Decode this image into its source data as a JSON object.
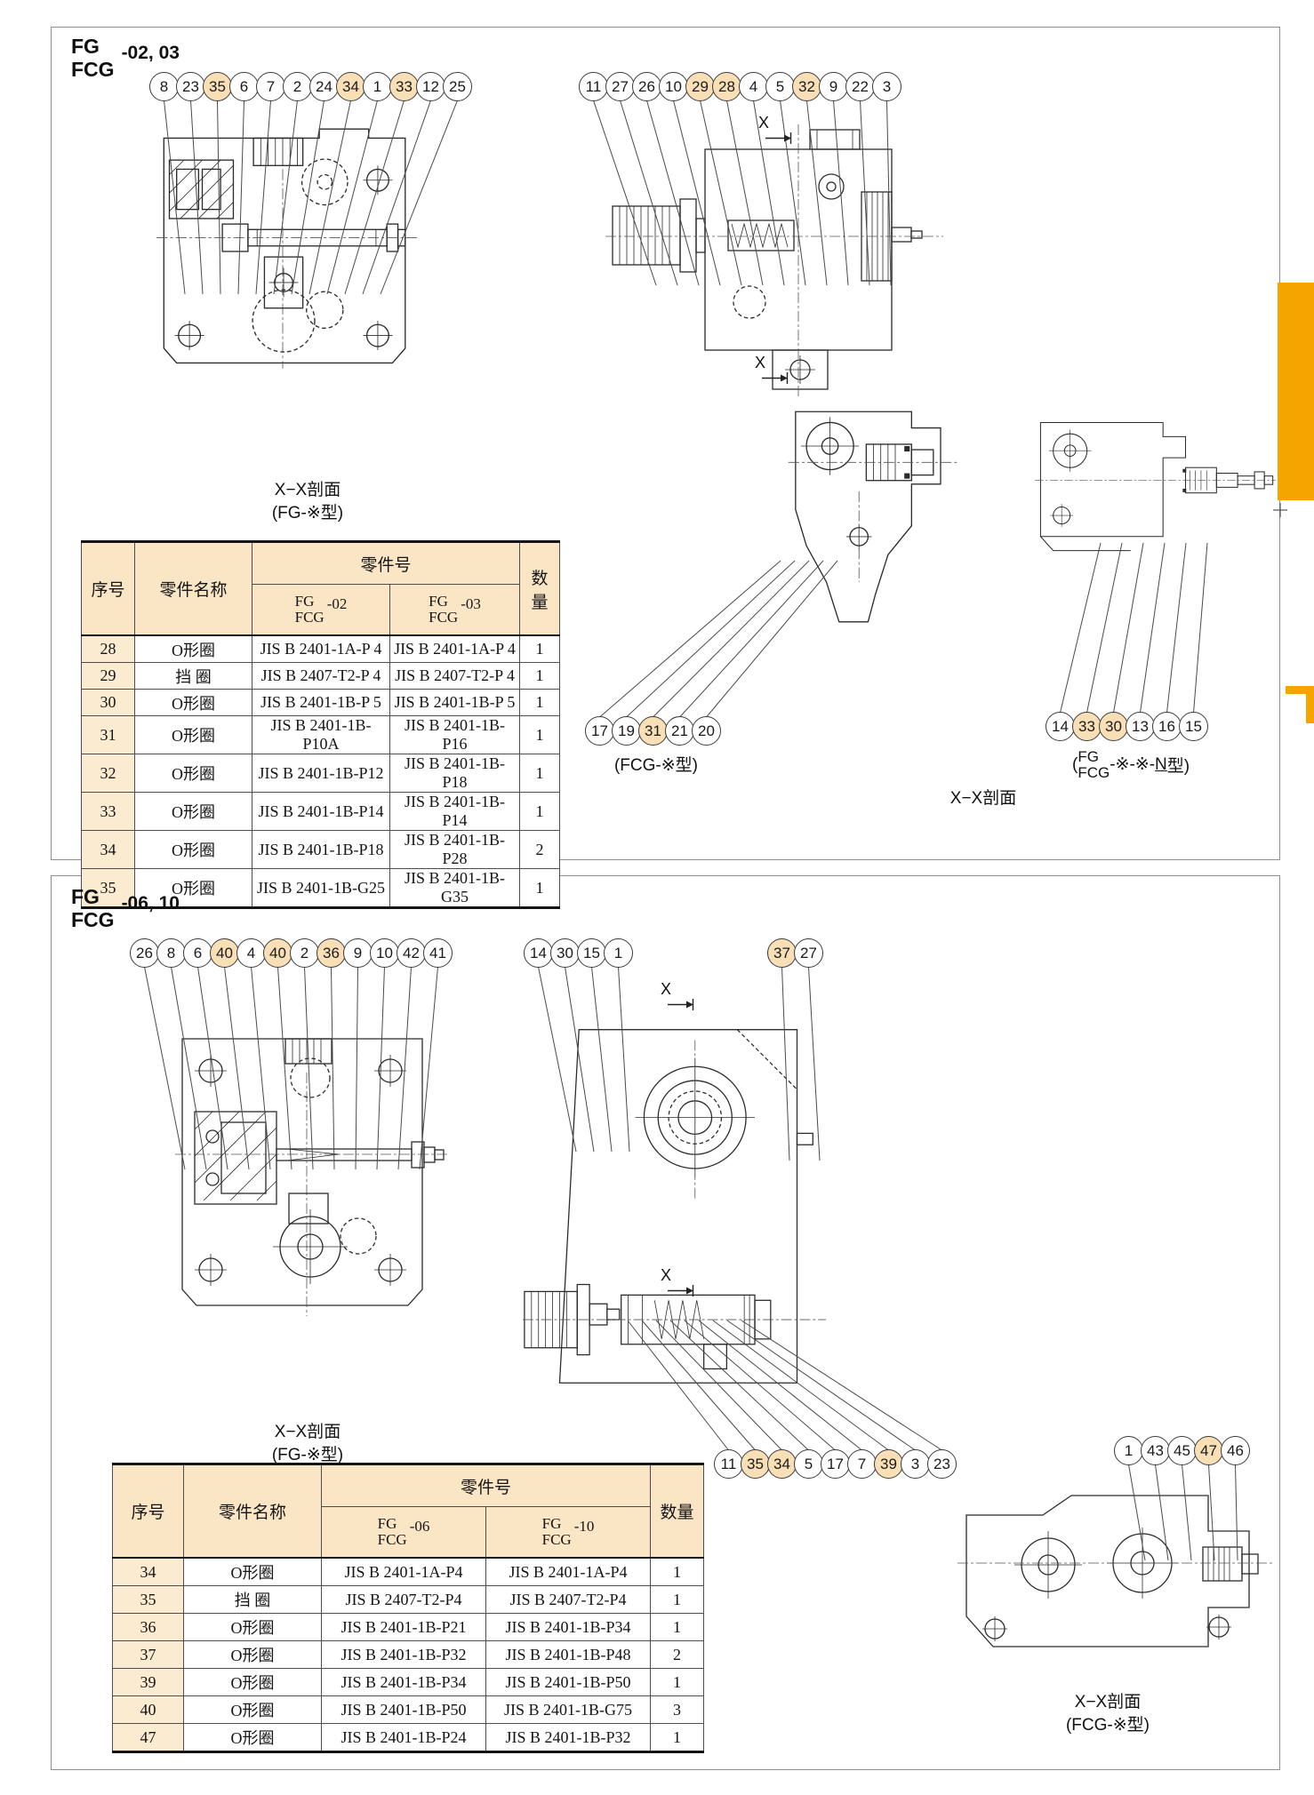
{
  "page": {
    "side_tab_color": "#F5A400",
    "colors": {
      "balloon_highlight": "#F9DFB6",
      "table_header_bg": "#FAE6C5",
      "row_number_bg": "#FBEBD1"
    }
  },
  "sections": [
    {
      "title": {
        "top": "FG",
        "bottom": "FCG",
        "suffix": "-02, 03"
      },
      "x_label": "X",
      "balloons_left": [
        {
          "n": "8"
        },
        {
          "n": "23"
        },
        {
          "n": "35",
          "hl": true
        },
        {
          "n": "6"
        },
        {
          "n": "7"
        },
        {
          "n": "2"
        },
        {
          "n": "24"
        },
        {
          "n": "34",
          "hl": true
        },
        {
          "n": "1"
        },
        {
          "n": "33",
          "hl": true
        },
        {
          "n": "12"
        },
        {
          "n": "25"
        }
      ],
      "balloons_right": [
        {
          "n": "11"
        },
        {
          "n": "27"
        },
        {
          "n": "26"
        },
        {
          "n": "10"
        },
        {
          "n": "29",
          "hl": true
        },
        {
          "n": "28",
          "hl": true
        },
        {
          "n": "4"
        },
        {
          "n": "5"
        },
        {
          "n": "32",
          "hl": true
        },
        {
          "n": "9"
        },
        {
          "n": "22"
        },
        {
          "n": "3"
        }
      ],
      "balloons_mid_left": [
        {
          "n": "17"
        },
        {
          "n": "19"
        },
        {
          "n": "31",
          "hl": true
        },
        {
          "n": "21"
        },
        {
          "n": "20"
        }
      ],
      "balloons_mid_right": [
        {
          "n": "14"
        },
        {
          "n": "33",
          "hl": true
        },
        {
          "n": "30",
          "hl": true
        },
        {
          "n": "13"
        },
        {
          "n": "16"
        },
        {
          "n": "15"
        }
      ],
      "caption_left": {
        "line1": "X−X剖面",
        "line2": "(FG-※型)"
      },
      "caption_mid_left": "(FCG-※型)",
      "caption_mid": "X−X剖面",
      "caption_mid_right": {
        "open": "(",
        "top": "FG",
        "bottom": "FCG",
        "mid": "-※-※-",
        "underlined": "N",
        "close": "型)"
      },
      "table": {
        "col_no": "序号",
        "col_name": "零件名称",
        "col_part": "零件号",
        "col_qty": "数量",
        "variant_a": {
          "top": "FG",
          "bottom": "FCG",
          "suffix": "-02"
        },
        "variant_b": {
          "top": "FG",
          "bottom": "FCG",
          "suffix": "-03"
        },
        "rows": [
          [
            "28",
            "O形圈",
            "JIS B 2401-1A-P 4",
            "JIS B 2401-1A-P 4",
            "1"
          ],
          [
            "29",
            "挡 圈",
            "JIS B 2407-T2-P 4",
            "JIS B 2407-T2-P 4",
            "1"
          ],
          [
            "30",
            "O形圈",
            "JIS B 2401-1B-P 5",
            "JIS B 2401-1B-P 5",
            "1"
          ],
          [
            "31",
            "O形圈",
            "JIS B 2401-1B-P10A",
            "JIS B 2401-1B-P16",
            "1"
          ],
          [
            "32",
            "O形圈",
            "JIS B 2401-1B-P12",
            "JIS B 2401-1B-P18",
            "1"
          ],
          [
            "33",
            "O形圈",
            "JIS B 2401-1B-P14",
            "JIS B 2401-1B-P14",
            "1"
          ],
          [
            "34",
            "O形圈",
            "JIS B 2401-1B-P18",
            "JIS B 2401-1B-P28",
            "2"
          ],
          [
            "35",
            "O形圈",
            "JIS B 2401-1B-G25",
            "JIS B 2401-1B-G35",
            "1"
          ]
        ]
      }
    },
    {
      "title": {
        "top": "FG",
        "bottom": "FCG",
        "suffix": "-06, 10"
      },
      "x_label": "X",
      "balloons_left": [
        {
          "n": "26"
        },
        {
          "n": "8"
        },
        {
          "n": "6"
        },
        {
          "n": "40",
          "hl": true
        },
        {
          "n": "4"
        },
        {
          "n": "40",
          "hl": true
        },
        {
          "n": "2"
        },
        {
          "n": "36",
          "hl": true
        },
        {
          "n": "9"
        },
        {
          "n": "10"
        },
        {
          "n": "42"
        },
        {
          "n": "41"
        }
      ],
      "balloons_right_a": [
        {
          "n": "14"
        },
        {
          "n": "30"
        },
        {
          "n": "15"
        },
        {
          "n": "1"
        }
      ],
      "balloons_right_b": [
        {
          "n": "37",
          "hl": true
        },
        {
          "n": "27"
        }
      ],
      "balloons_bottom": [
        {
          "n": "11"
        },
        {
          "n": "35",
          "hl": true
        },
        {
          "n": "34",
          "hl": true
        },
        {
          "n": "5"
        },
        {
          "n": "17"
        },
        {
          "n": "7"
        },
        {
          "n": "39",
          "hl": true
        },
        {
          "n": "3"
        },
        {
          "n": "23"
        }
      ],
      "balloons_small": [
        {
          "n": "1"
        },
        {
          "n": "43"
        },
        {
          "n": "45"
        },
        {
          "n": "47",
          "hl": true
        },
        {
          "n": "46"
        }
      ],
      "caption_left": {
        "line1": "X−X剖面",
        "line2": "(FG-※型)"
      },
      "caption_small": {
        "line1": "X−X剖面",
        "line2": "(FCG-※型)"
      },
      "table": {
        "col_no": "序号",
        "col_name": "零件名称",
        "col_part": "零件号",
        "col_qty": "数量",
        "variant_a": {
          "top": "FG",
          "bottom": "FCG",
          "suffix": "-06"
        },
        "variant_b": {
          "top": "FG",
          "bottom": "FCG",
          "suffix": "-10"
        },
        "rows": [
          [
            "34",
            "O形圈",
            "JIS B 2401-1A-P4",
            "JIS B 2401-1A-P4",
            "1"
          ],
          [
            "35",
            "挡 圈",
            "JIS B 2407-T2-P4",
            "JIS B 2407-T2-P4",
            "1"
          ],
          [
            "36",
            "O形圈",
            "JIS B 2401-1B-P21",
            "JIS B 2401-1B-P34",
            "1"
          ],
          [
            "37",
            "O形圈",
            "JIS B 2401-1B-P32",
            "JIS B 2401-1B-P48",
            "2"
          ],
          [
            "39",
            "O形圈",
            "JIS B 2401-1B-P34",
            "JIS B 2401-1B-P50",
            "1"
          ],
          [
            "40",
            "O形圈",
            "JIS B 2401-1B-P50",
            "JIS B 2401-1B-G75",
            "3"
          ],
          [
            "47",
            "O形圈",
            "JIS B 2401-1B-P24",
            "JIS B 2401-1B-P32",
            "1"
          ]
        ]
      }
    }
  ]
}
